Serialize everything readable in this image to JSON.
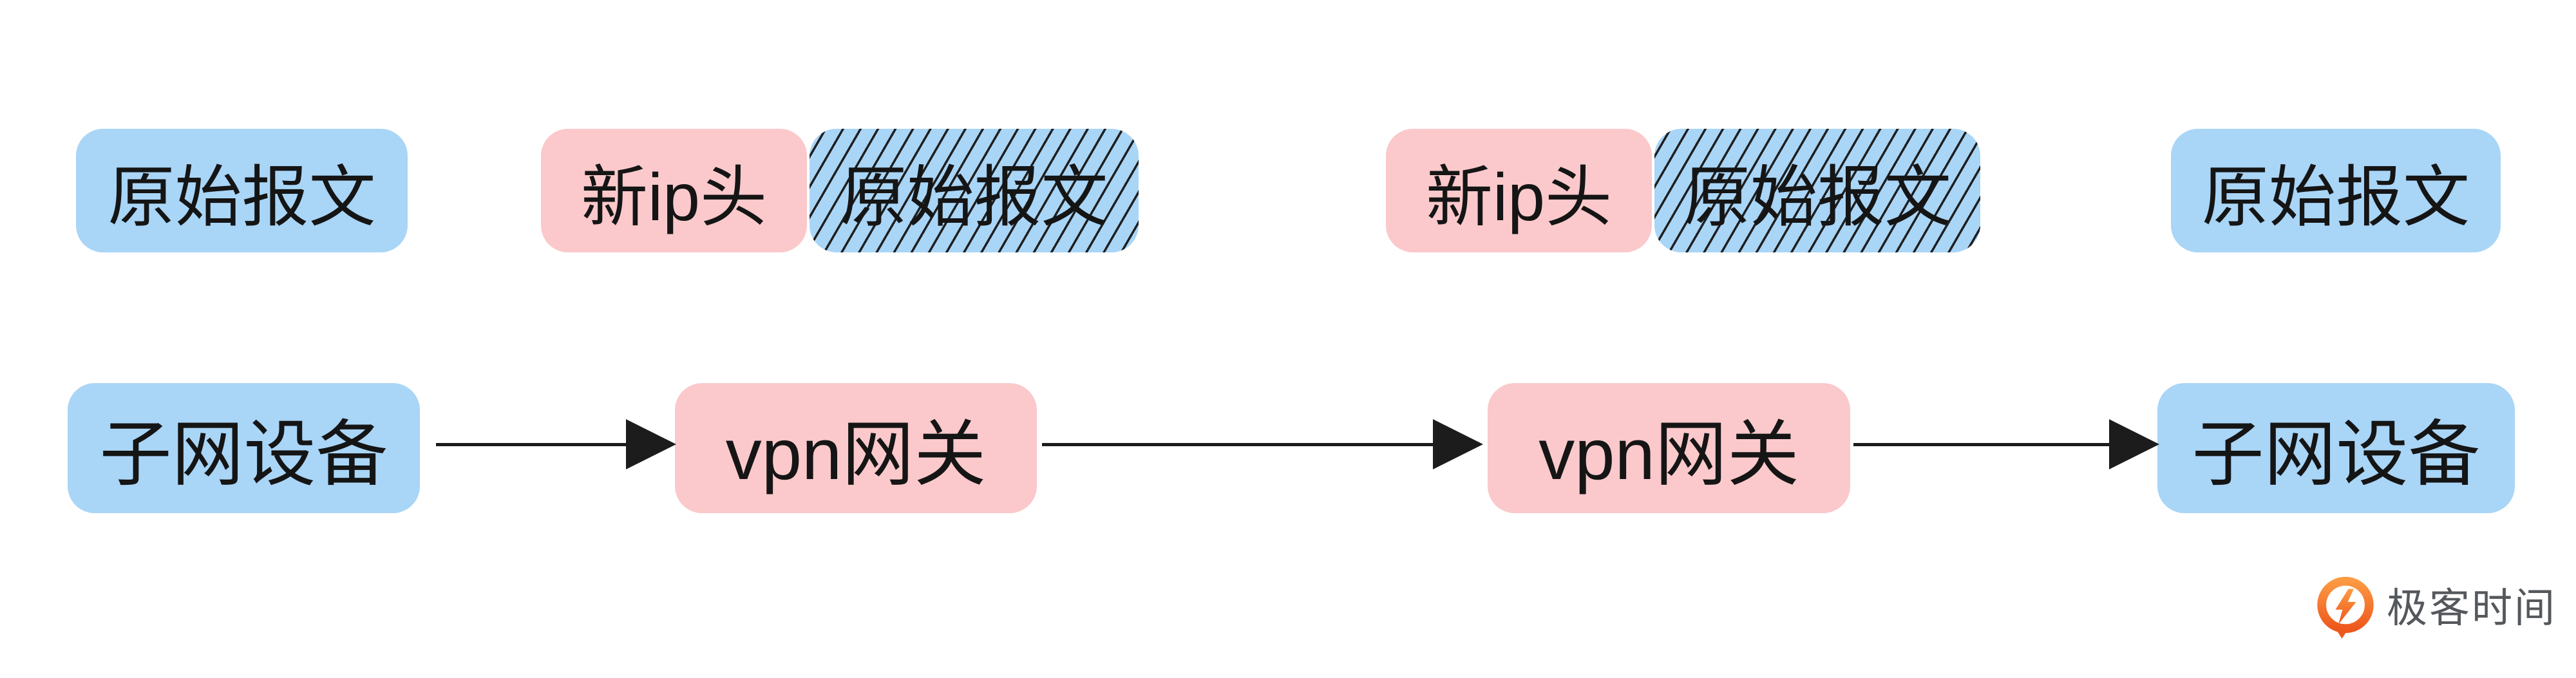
{
  "diagram_title": "vpn-tunnel-encapsulation",
  "colors": {
    "box_blue": "#a9d5f7",
    "box_pink": "#fbc9cb",
    "hatch_line": "#1f1f1f",
    "arrow": "#1c1c1c",
    "box_text": "#151515",
    "logo_orange": "#f0611f",
    "logo_orange_light": "#fc9a42",
    "logo_text_gray": "#54585c",
    "background": "#ffffff"
  },
  "top_row": {
    "groups": [
      {
        "boxes": [
          {
            "label": "原始报文",
            "style": "blue"
          }
        ]
      },
      {
        "boxes": [
          {
            "label": "新ip头",
            "style": "pink"
          },
          {
            "label": "原始报文",
            "style": "blue-hatched"
          }
        ]
      },
      {
        "boxes": [
          {
            "label": "新ip头",
            "style": "pink"
          },
          {
            "label": "原始报文",
            "style": "blue-hatched"
          }
        ]
      },
      {
        "boxes": [
          {
            "label": "原始报文",
            "style": "blue"
          }
        ]
      }
    ]
  },
  "bottom_row": {
    "nodes": [
      {
        "label": "子网设备",
        "style": "blue"
      },
      {
        "label": "vpn网关",
        "style": "pink"
      },
      {
        "label": "vpn网关",
        "style": "pink"
      },
      {
        "label": "子网设备",
        "style": "blue"
      }
    ],
    "arrows": [
      {
        "from": "子网设备",
        "to": "vpn网关"
      },
      {
        "from": "vpn网关",
        "to": "vpn网关"
      },
      {
        "from": "vpn网关",
        "to": "子网设备"
      }
    ]
  },
  "logo": {
    "text": "极客时间",
    "icon": "geektime-logo-icon"
  }
}
